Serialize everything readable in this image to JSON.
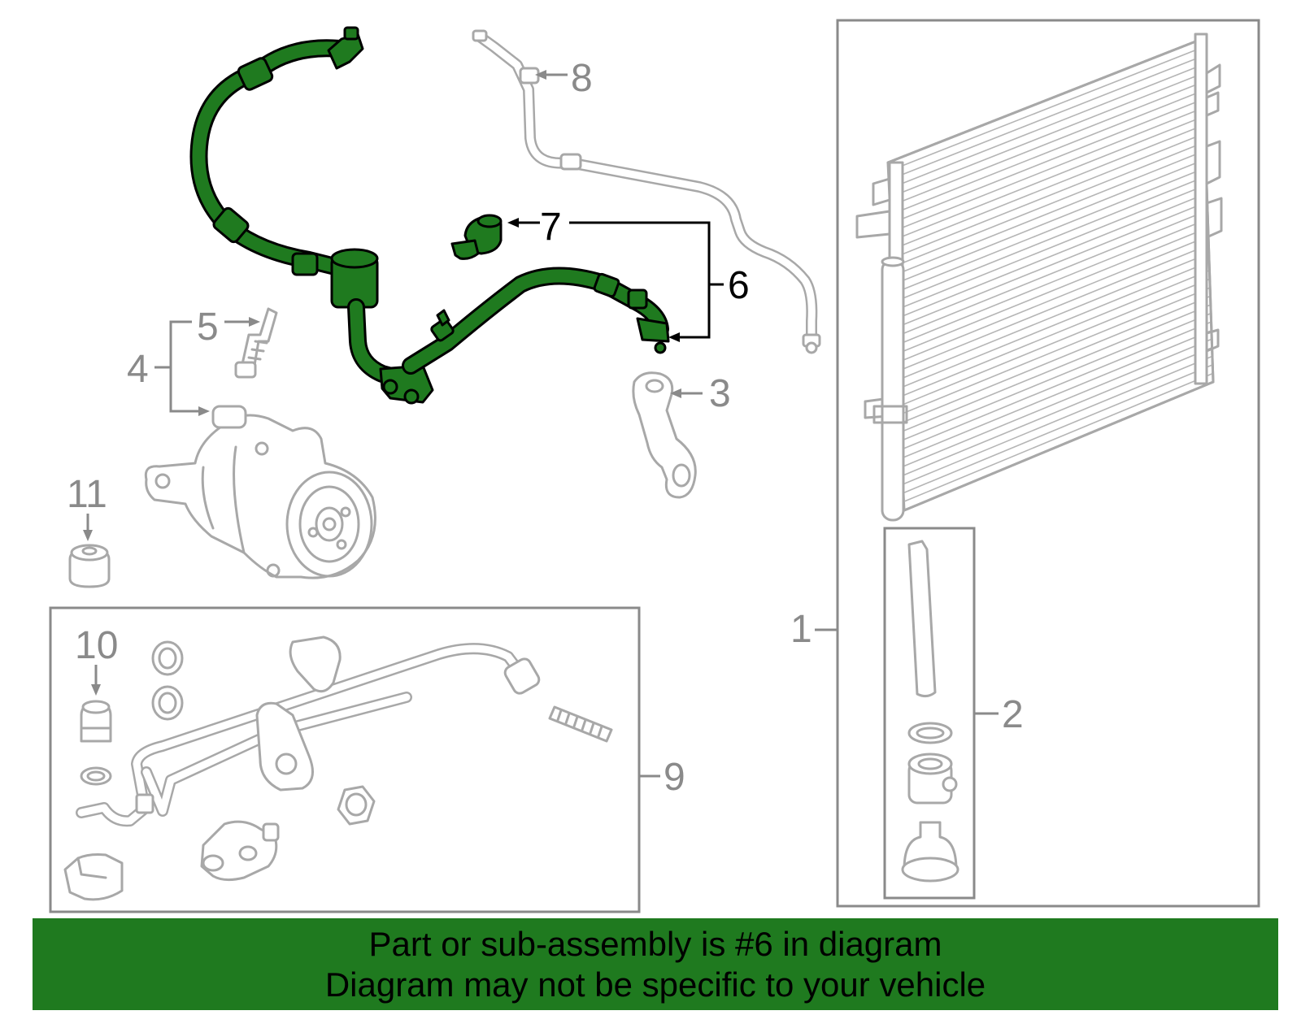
{
  "callouts": [
    {
      "id": "c1",
      "label": "1",
      "highlighted": false
    },
    {
      "id": "c2",
      "label": "2",
      "highlighted": false
    },
    {
      "id": "c3",
      "label": "3",
      "highlighted": false
    },
    {
      "id": "c4",
      "label": "4",
      "highlighted": false
    },
    {
      "id": "c5",
      "label": "5",
      "highlighted": false
    },
    {
      "id": "c6",
      "label": "6",
      "highlighted": true
    },
    {
      "id": "c7",
      "label": "7",
      "highlighted": true
    },
    {
      "id": "c8",
      "label": "8",
      "highlighted": false
    },
    {
      "id": "c9",
      "label": "9",
      "highlighted": false
    },
    {
      "id": "c10",
      "label": "10",
      "highlighted": false
    },
    {
      "id": "c11",
      "label": "11",
      "highlighted": false
    }
  ],
  "banner": {
    "line1": "Part or sub-assembly is #6 in diagram",
    "line2": "Diagram may not be specific to your vehicle"
  },
  "colors": {
    "highlight": "#1f7a1f",
    "part_outline": "#a8a8a8",
    "label_gray": "#8a8a8a",
    "label_black": "#000000"
  }
}
